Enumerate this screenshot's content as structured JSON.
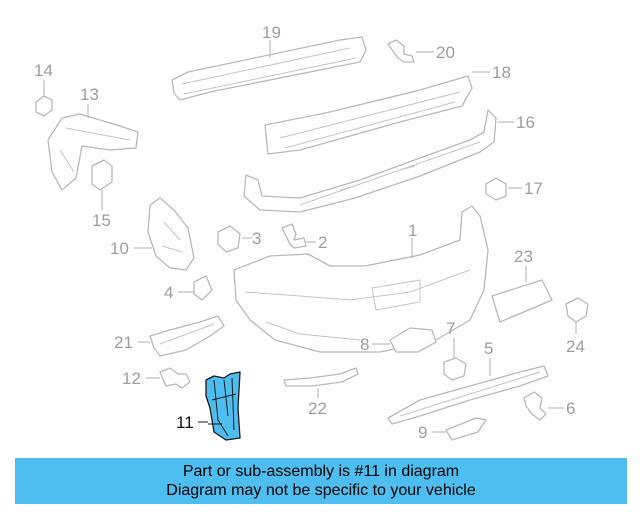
{
  "highlighted_part": "11",
  "callouts": [
    "1",
    "2",
    "3",
    "4",
    "5",
    "6",
    "7",
    "8",
    "9",
    "10",
    "11",
    "12",
    "13",
    "14",
    "15",
    "16",
    "17",
    "18",
    "19",
    "20",
    "21",
    "22",
    "23",
    "24"
  ],
  "banner": {
    "line1": "Part or sub-assembly is #11 in diagram",
    "line2": "Diagram may not be specific to your vehicle"
  },
  "colors": {
    "highlight": "#4dbeef",
    "banner": "#4dbeef",
    "part_line": "#b9b9b9",
    "label": "#9e9e9e"
  }
}
